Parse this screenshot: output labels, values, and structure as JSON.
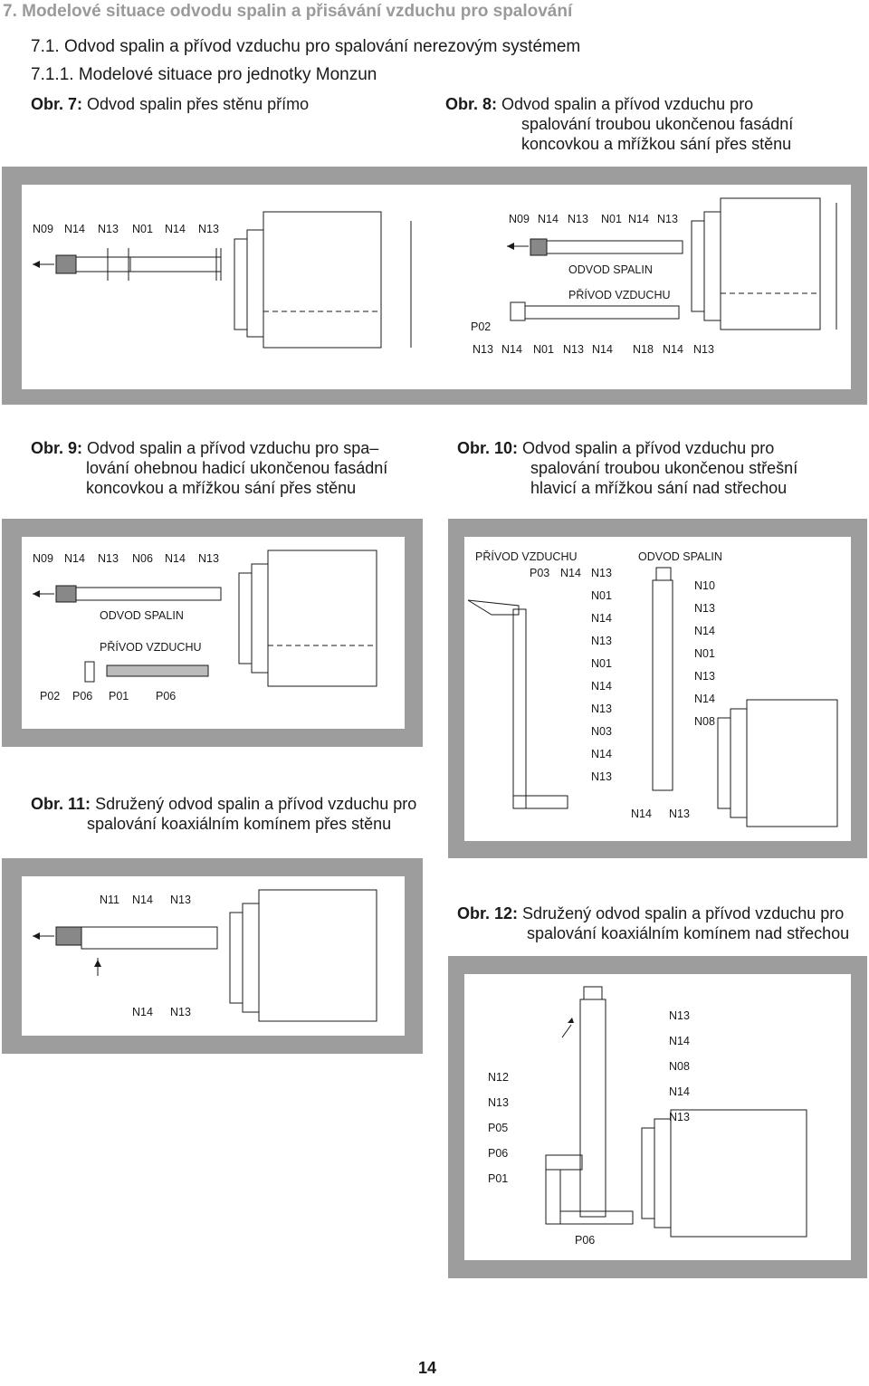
{
  "section_title": "7. Modelové situace odvodu spalin a přisávání vzduchu pro spalování",
  "subsection_1": "7.1. Odvod spalin a přívod vzduchu pro spalování nerezovým systémem",
  "subsection_2": "7.1.1. Modelové situace pro jednotky Monzun",
  "figures": [
    {
      "label": "Obr. 7:",
      "caption": [
        "Odvod spalin přes stěnu přímo"
      ]
    },
    {
      "label": "Obr. 8:",
      "caption": [
        "Odvod spalin a přívod vzduchu pro",
        "spalování troubou ukončenou fasádní",
        "koncovkou a mřížkou sání přes stěnu"
      ]
    },
    {
      "label": "Obr. 9:",
      "caption": [
        "Odvod spalin a přívod vzduchu pro spa–",
        "lování ohebnou hadicí ukončenou fasádní",
        "koncovkou a mřížkou sání přes stěnu"
      ]
    },
    {
      "label": "Obr. 10:",
      "caption": [
        "Odvod spalin a přívod vzduchu pro",
        "spalování troubou ukončenou střešní",
        "hlavicí a mřížkou sání nad střechou"
      ]
    },
    {
      "label": "Obr. 11:",
      "caption": [
        "Sdružený odvod spalin a přívod vzduchu pro",
        "spalování koaxiálním komínem přes stěnu"
      ]
    },
    {
      "label": "Obr. 12:",
      "caption": [
        "Sdružený odvod spalin a přívod vzduchu pro",
        "spalování koaxiálním komínem nad střechou"
      ]
    }
  ],
  "diagram_labels": {
    "fig7_top": [
      "N09",
      "N14",
      "N13",
      "N01",
      "N14",
      "N13"
    ],
    "fig8_top": [
      "N09",
      "N14",
      "N13",
      "N01",
      "N14",
      "N13"
    ],
    "fig8_odvod": "ODVOD SPALIN",
    "fig8_privod": "PŘÍVOD VZDUCHU",
    "fig8_p02": "P02",
    "fig8_bottom": [
      "N13",
      "N14",
      "N01",
      "N13",
      "N14",
      "N18",
      "N14",
      "N13"
    ],
    "fig9_top": [
      "N09",
      "N14",
      "N13",
      "N06",
      "N14",
      "N13"
    ],
    "fig9_odvod": "ODVOD SPALIN",
    "fig9_privod": "PŘÍVOD VZDUCHU",
    "fig9_bottom": [
      "P02",
      "P06",
      "P01",
      "P06"
    ],
    "fig10_privod": "PŘÍVOD VZDUCHU",
    "fig10_odvod": "ODVOD SPALIN",
    "fig10_left_top": [
      "P03",
      "N14",
      "N13"
    ],
    "fig10_left_col": [
      "N01",
      "N14",
      "N13",
      "N01",
      "N14",
      "N13",
      "N03",
      "N14",
      "N13"
    ],
    "fig10_right_col": [
      "N10",
      "N13",
      "N14",
      "N01",
      "N13",
      "N14",
      "N08"
    ],
    "fig10_bottom": [
      "N14",
      "N13"
    ],
    "fig11_top": [
      "N11",
      "N14",
      "N13"
    ],
    "fig11_bottom": [
      "N14",
      "N13"
    ],
    "fig12_left": [
      "N12",
      "N13",
      "P05",
      "P06",
      "P01"
    ],
    "fig12_right": [
      "N13",
      "N14",
      "N08",
      "N14",
      "N13"
    ],
    "fig12_bottom": "P06"
  },
  "page_number": "14"
}
